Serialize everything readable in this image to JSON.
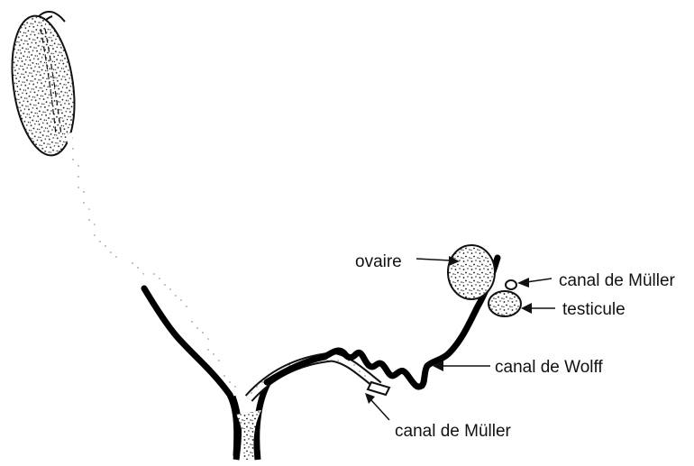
{
  "labels": {
    "ovaire": "ovaire",
    "canal_muller_top": "canal de Müller",
    "testicule": "testicule",
    "canal_wolff": "canal de Wolff",
    "canal_muller_bottom": "canal de Müller"
  }
}
